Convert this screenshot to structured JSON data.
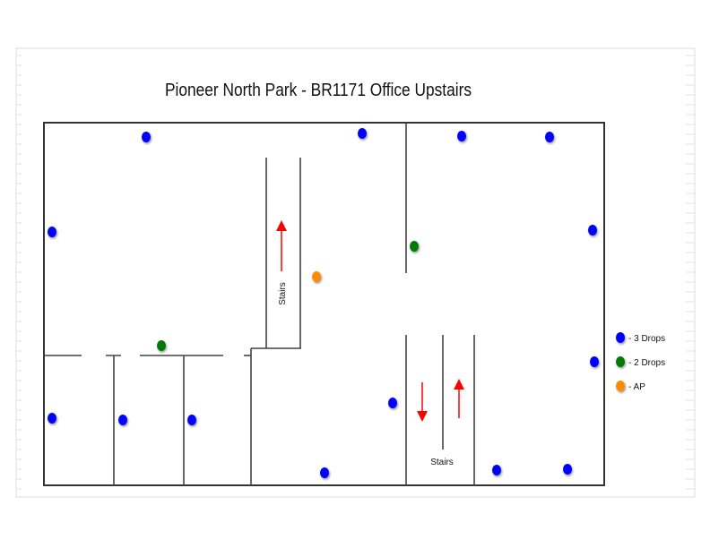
{
  "title": "Pioneer North Park - BR1171 Office Upstairs",
  "stairs_labels": [
    "Stairs",
    "Stairs"
  ],
  "legend": [
    {
      "label": "- 3 Drops",
      "color": "#0000ff"
    },
    {
      "label": "- 2 Drops",
      "color": "#007a00"
    },
    {
      "label": "- AP",
      "color": "#ff8a00"
    }
  ]
}
